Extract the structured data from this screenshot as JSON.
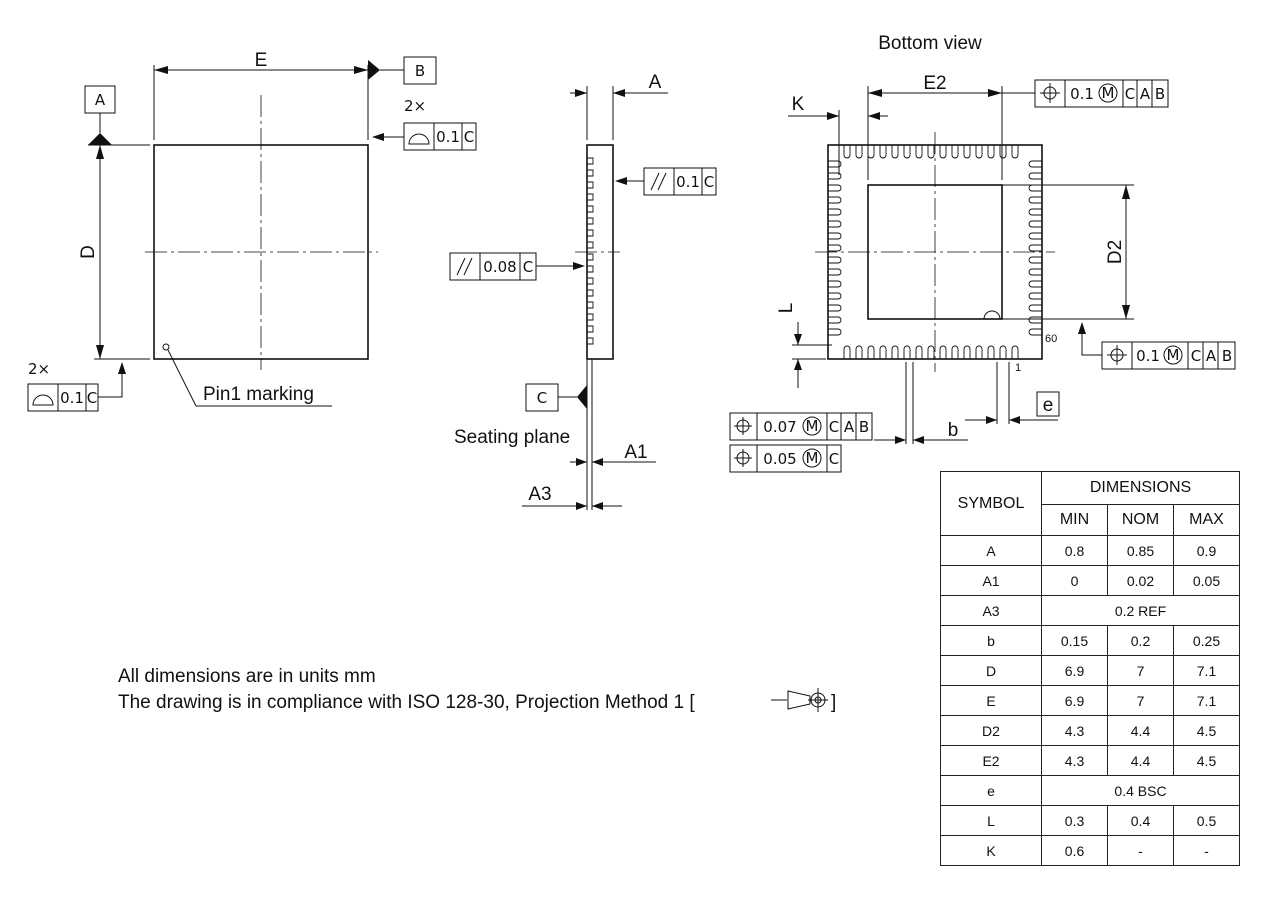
{
  "top_view": {
    "dim_e": "E",
    "dim_d": "D",
    "datum_a": "A",
    "datum_b": "B",
    "pin1_label": "Pin1 marking",
    "flatness_count": "2×",
    "flatness_value": "0.1",
    "flatness_datum": "C"
  },
  "side_view": {
    "dim_a": "A",
    "dim_a1": "A1",
    "dim_a3": "A3",
    "datum_c": "C",
    "seating_plane": "Seating plane",
    "parallel_top_value": "0.1",
    "parallel_top_datum": "C",
    "parallel_bottom_value": "0.08",
    "parallel_bottom_datum": "C"
  },
  "bottom_view": {
    "title": "Bottom view",
    "dim_e2": "E2",
    "dim_d2": "D2",
    "dim_k": "K",
    "dim_l": "L",
    "dim_b": "b",
    "dim_e": "e",
    "pin_1": "1",
    "pin_60": "60",
    "pos_e2_value": "0.1",
    "pos_d2_value": "0.1",
    "pos_b1_value": "0.07",
    "pos_b2_value": "0.05",
    "datum_c": "C",
    "datum_a": "A",
    "datum_b": "B"
  },
  "notes": {
    "units": "All dimensions are in units mm",
    "compliance": "The drawing is in compliance with ISO 128-30, Projection Method 1 ["
  },
  "table": {
    "symbol_header": "SYMBOL",
    "dimensions_header": "DIMENSIONS",
    "min_header": "MIN",
    "nom_header": "NOM",
    "max_header": "MAX",
    "rows": [
      {
        "symbol": "A",
        "min": "0.8",
        "nom": "0.85",
        "max": "0.9"
      },
      {
        "symbol": "A1",
        "min": "0",
        "nom": "0.02",
        "max": "0.05"
      },
      {
        "symbol": "A3",
        "span": "0.2 REF"
      },
      {
        "symbol": "b",
        "min": "0.15",
        "nom": "0.2",
        "max": "0.25"
      },
      {
        "symbol": "D",
        "min": "6.9",
        "nom": "7",
        "max": "7.1"
      },
      {
        "symbol": "E",
        "min": "6.9",
        "nom": "7",
        "max": "7.1"
      },
      {
        "symbol": "D2",
        "min": "4.3",
        "nom": "4.4",
        "max": "4.5"
      },
      {
        "symbol": "E2",
        "min": "4.3",
        "nom": "4.4",
        "max": "4.5"
      },
      {
        "symbol": "e",
        "span": "0.4 BSC"
      },
      {
        "symbol": "L",
        "min": "0.3",
        "nom": "0.4",
        "max": "0.5"
      },
      {
        "symbol": "K",
        "min": "0.6",
        "nom": "-",
        "max": "-"
      }
    ]
  }
}
